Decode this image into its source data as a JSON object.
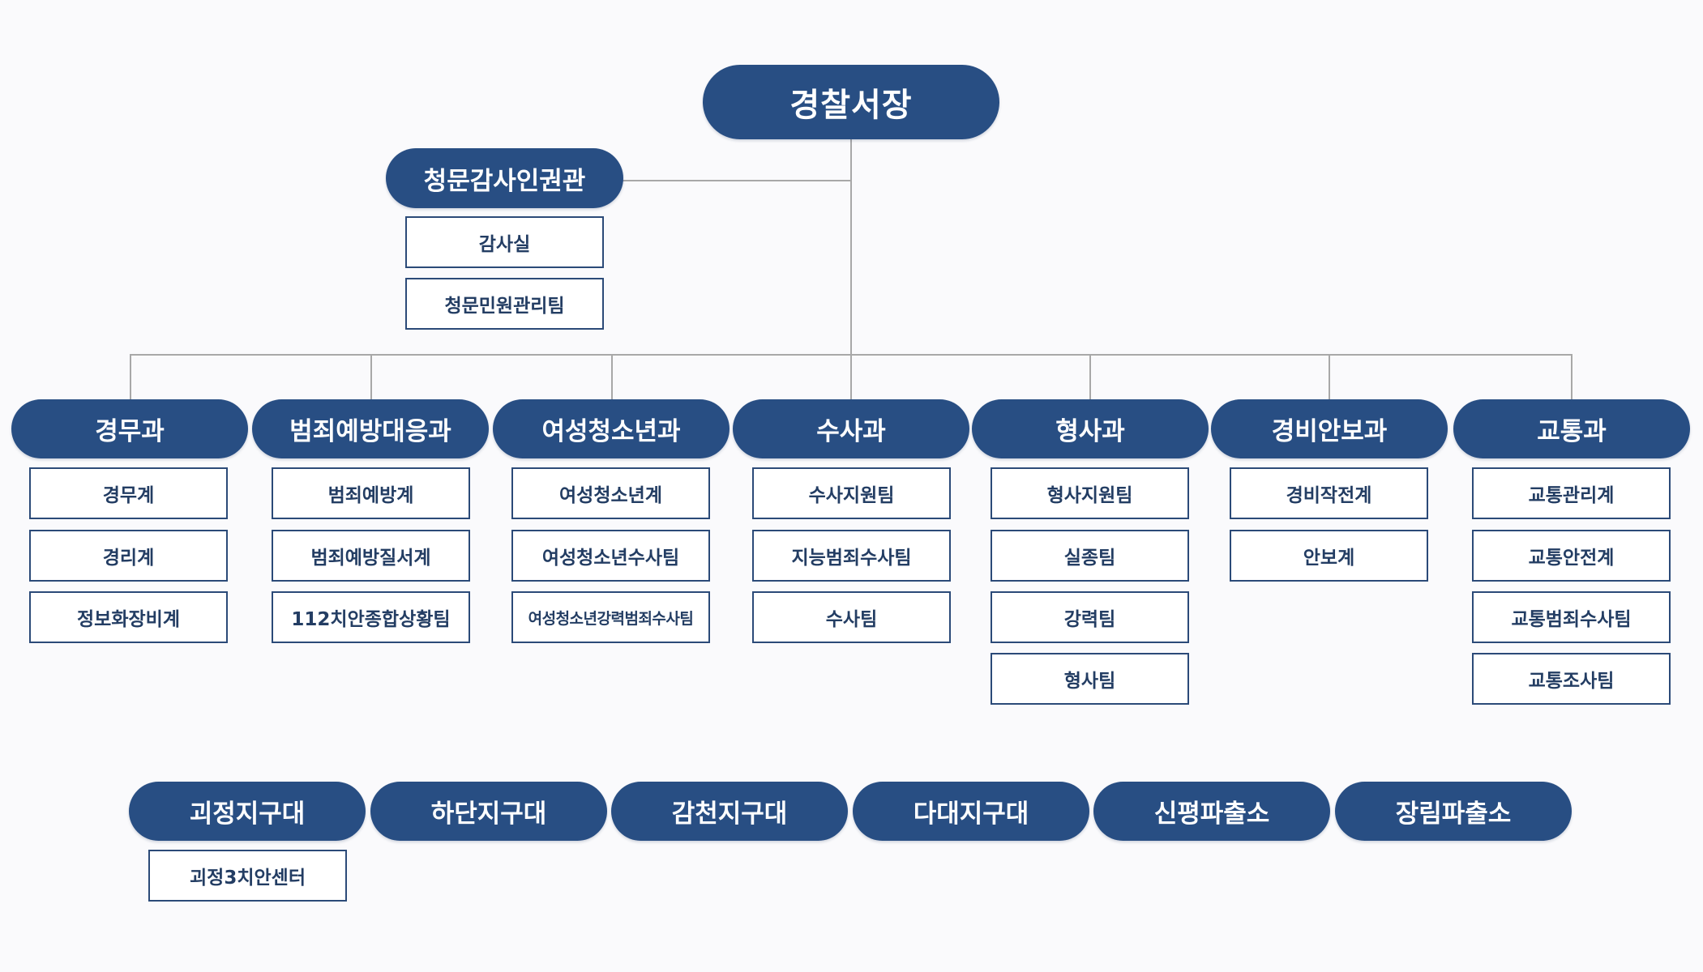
{
  "chief": {
    "label": "경찰서장"
  },
  "audit": {
    "label": "청문감사인권관",
    "units": [
      "감사실",
      "청문민원관리팀"
    ]
  },
  "departments": [
    {
      "label": "경무과",
      "units": [
        "경무계",
        "경리계",
        "정보화장비계"
      ]
    },
    {
      "label": "범죄예방대응과",
      "units": [
        "범죄예방계",
        "범죄예방질서계",
        "112치안종합상황팀"
      ]
    },
    {
      "label": "여성청소년과",
      "units": [
        "여성청소년계",
        "여성청소년수사팀",
        "여성청소년강력범죄수사팀"
      ]
    },
    {
      "label": "수사과",
      "units": [
        "수사지원팀",
        "지능범죄수사팀",
        "수사팀"
      ]
    },
    {
      "label": "형사과",
      "units": [
        "형사지원팀",
        "실종팀",
        "강력팀",
        "형사팀"
      ]
    },
    {
      "label": "경비안보과",
      "units": [
        "경비작전계",
        "안보계"
      ]
    },
    {
      "label": "교통과",
      "units": [
        "교통관리계",
        "교통안전계",
        "교통범죄수사팀",
        "교통조사팀"
      ]
    }
  ],
  "substations": [
    {
      "label": "괴정지구대",
      "units": [
        "괴정3치안센터"
      ]
    },
    {
      "label": "하단지구대",
      "units": []
    },
    {
      "label": "감천지구대",
      "units": []
    },
    {
      "label": "다대지구대",
      "units": []
    },
    {
      "label": "신평파출소",
      "units": []
    },
    {
      "label": "장림파출소",
      "units": []
    }
  ],
  "colors": {
    "pill": "#284e83",
    "box_border": "#2b4a78",
    "box_text": "#233d63",
    "line": "#a8a8a8",
    "background": "#fafafc"
  }
}
